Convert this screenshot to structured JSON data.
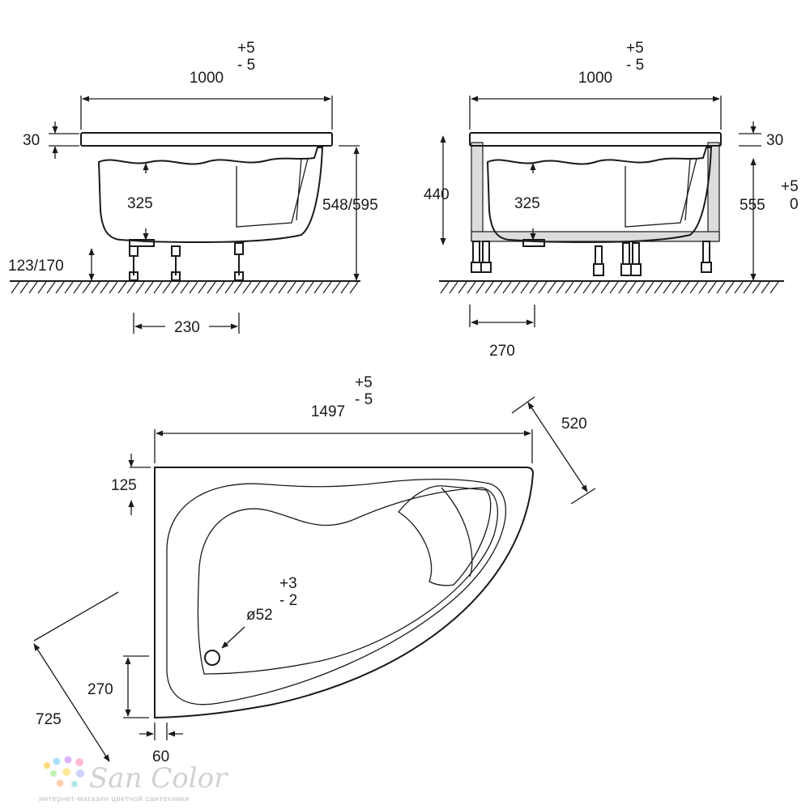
{
  "side_view_left": {
    "width": "1000",
    "width_tol_plus": "+5",
    "width_tol_minus": "- 5",
    "rim_thickness": "30",
    "inner_depth": "325",
    "overall_height": "548/595",
    "leg_height": "123/170",
    "leg_spacing": "230"
  },
  "side_view_right": {
    "width": "1000",
    "width_tol_plus": "+5",
    "width_tol_minus": "- 5",
    "rim_thickness": "30",
    "frame_height": "440",
    "inner_depth": "325",
    "overall_height": "555",
    "height_tol_plus": "+5",
    "height_tol_minus": "0",
    "frame_leg_spacing": "270"
  },
  "top_view": {
    "length": "1497",
    "length_tol_plus": "+5",
    "length_tol_minus": "- 5",
    "corner_width": "520",
    "rim_offset": "125",
    "drain_diameter": "ø52",
    "drain_tol_plus": "+3",
    "drain_tol_minus": "- 2",
    "drain_offset_y": "270",
    "drain_offset_x": "60",
    "side_length": "725"
  },
  "watermark": {
    "brand": "San Color",
    "tagline": "интернет-магазин цветной сантехники"
  }
}
